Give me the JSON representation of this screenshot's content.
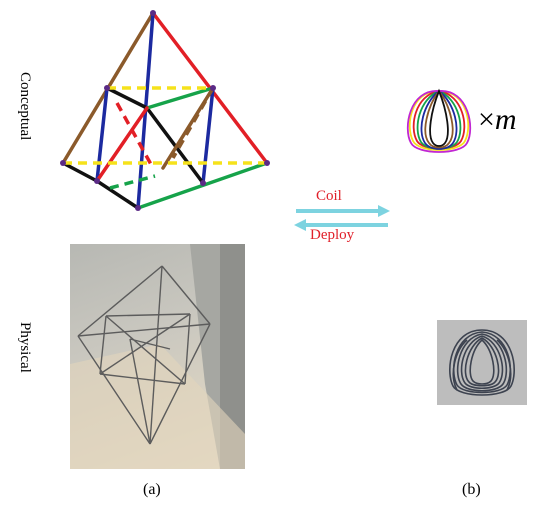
{
  "rows": {
    "top": "Conceptual",
    "bottom": "Physical"
  },
  "panels": {
    "a": "(a)",
    "b": "(b)"
  },
  "arrows": {
    "forward": "Coil",
    "backward": "Deploy"
  },
  "multiplier": {
    "symbol": "×",
    "variable": "m"
  },
  "colors": {
    "red": "#e21f26",
    "blue": "#1c2aa0",
    "green": "#16a34a",
    "brown": "#8b5a2b",
    "black": "#111111",
    "yellow": "#f5e21b",
    "arrow": "#7dd3e0",
    "label_red": "#e0202a"
  }
}
